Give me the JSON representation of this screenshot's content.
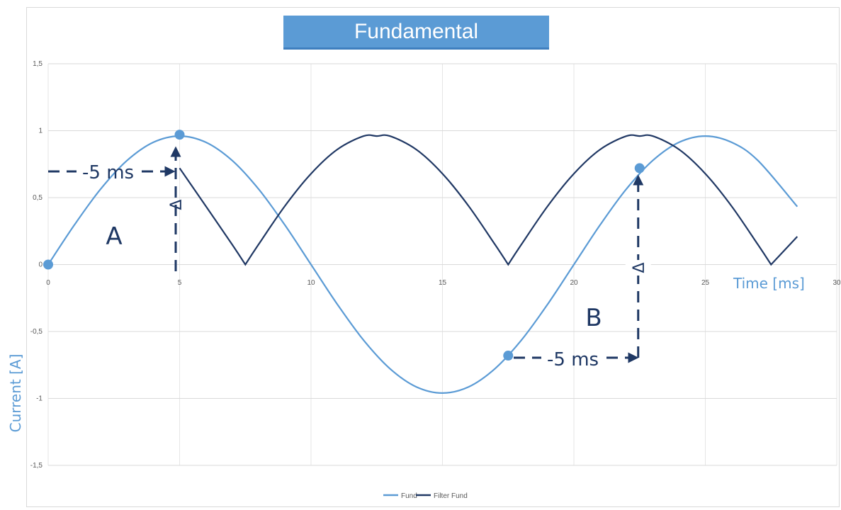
{
  "chart_data": {
    "type": "line",
    "title": "Fundamental",
    "xlabel": "Time [ms]",
    "ylabel": "Current [A]",
    "xlim": [
      0,
      30
    ],
    "ylim": [
      -1.5,
      1.5
    ],
    "x_ticks": [
      "0",
      "5",
      "10",
      "15",
      "20",
      "25",
      "30"
    ],
    "y_ticks": [
      "1,5",
      "1",
      "0,5",
      "0",
      "-0,5",
      "-1",
      "-1,5"
    ],
    "grid": true,
    "legend_position": "bottom",
    "series": [
      {
        "name": "Fund",
        "color": "#5b9bd5",
        "x": [
          0,
          1,
          2,
          3,
          4,
          5,
          6,
          7,
          8,
          9,
          10,
          11,
          12,
          13,
          14,
          15,
          16,
          17,
          18,
          19,
          20,
          21,
          22,
          23,
          24,
          25,
          26,
          27,
          28.5
        ],
        "y": [
          0,
          0.297,
          0.565,
          0.777,
          0.913,
          0.96,
          0.913,
          0.777,
          0.565,
          0.297,
          0,
          -0.297,
          -0.565,
          -0.777,
          -0.913,
          -0.96,
          -0.913,
          -0.777,
          -0.565,
          -0.297,
          0,
          0.297,
          0.565,
          0.777,
          0.913,
          0.96,
          0.913,
          0.777,
          0.433
        ]
      },
      {
        "name": "Filter Fund",
        "color": "#203864",
        "x": [
          5,
          6,
          7,
          7.5,
          8,
          9,
          10,
          11,
          12,
          12.5,
          13,
          14,
          15,
          16,
          17,
          17.5,
          18,
          19,
          20,
          21,
          22,
          22.5,
          23,
          24,
          25,
          26,
          27,
          27.5,
          28.5
        ],
        "y": [
          0.72,
          0.436,
          0.149,
          0,
          0.149,
          0.436,
          0.679,
          0.86,
          0.96,
          0.96,
          0.96,
          0.86,
          0.679,
          0.436,
          0.149,
          0,
          0.149,
          0.436,
          0.679,
          0.86,
          0.96,
          0.96,
          0.96,
          0.86,
          0.679,
          0.436,
          0.149,
          0,
          0.209
        ]
      }
    ],
    "markers": [
      {
        "x": 0,
        "y": 0
      },
      {
        "x": 5,
        "y": 0.97
      },
      {
        "x": 17.5,
        "y": -0.68
      },
      {
        "x": 22.5,
        "y": 0.72
      }
    ],
    "annotations": {
      "region_a": "A",
      "region_b": "B",
      "shift_a": "-5 ms",
      "shift_b": "-5 ms",
      "delta_a": "Δ",
      "delta_b": "Δ"
    }
  }
}
